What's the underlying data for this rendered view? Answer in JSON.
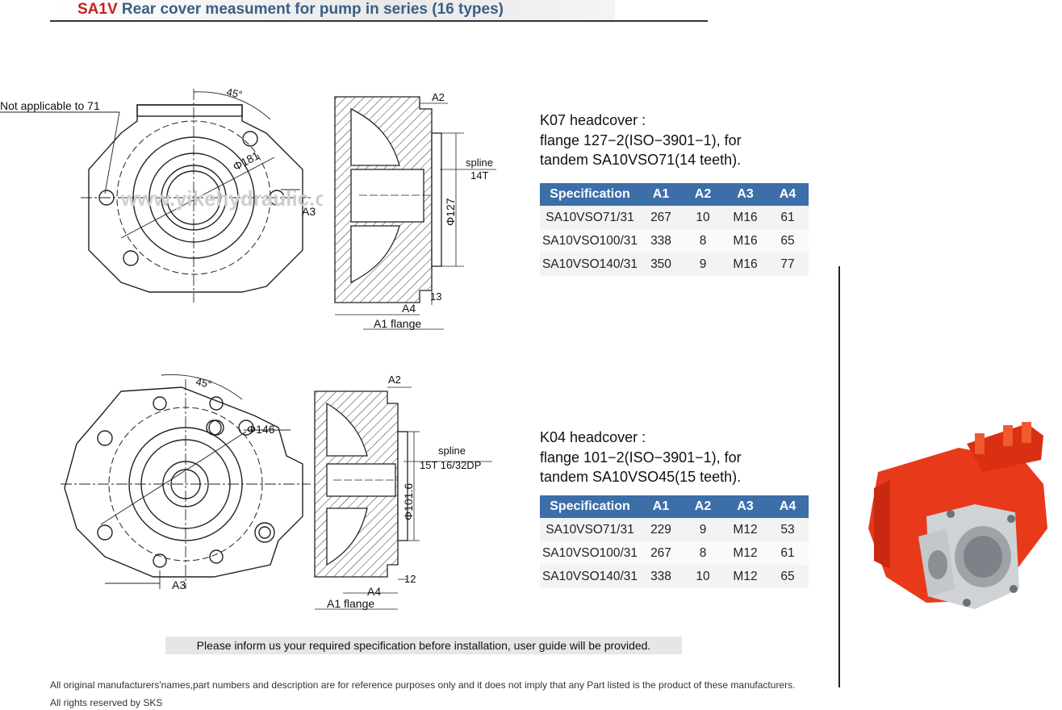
{
  "header": {
    "code": "SA1V",
    "title": "Rear cover measument for pump in series (16 types)"
  },
  "k07": {
    "callout_note": "Not applicable to 71",
    "front_view": {
      "angle": "45°",
      "diameter": "Φ181",
      "a3": "A3"
    },
    "side_view": {
      "a2": "A2",
      "spline": "spline",
      "spline_spec": "14T",
      "diameter": "Φ127",
      "dim_13": "13",
      "a4": "A4",
      "a1_flange": "A1 flange"
    },
    "desc": [
      "K07 headcover :",
      "flange 127−2(ISO−3901−1), for",
      "tandem SA10VSO71(14 teeth)."
    ],
    "table": {
      "headers": [
        "Specification",
        "A1",
        "A2",
        "A3",
        "A4"
      ],
      "rows": [
        [
          "SA10VSO71/31",
          "267",
          "10",
          "M16",
          "61"
        ],
        [
          "SA10VSO100/31",
          "338",
          "8",
          "M16",
          "65"
        ],
        [
          "SA10VSO140/31",
          "350",
          "9",
          "M16",
          "77"
        ]
      ]
    }
  },
  "k04": {
    "front_view": {
      "angle": "45°",
      "diameter": "Φ146",
      "a3": "A3"
    },
    "side_view": {
      "a2": "A2",
      "spline": "spline",
      "spline_spec": "15T 16/32DP",
      "diameter": "Φ101.6",
      "dim_12": "12",
      "a4": "A4",
      "a1_flange": "A1 flange"
    },
    "desc": [
      "K04 headcover :",
      "flange 101−2(ISO−3901−1), for",
      "tandem SA10VSO45(15 teeth)."
    ],
    "table": {
      "headers": [
        "Specification",
        "A1",
        "A2",
        "A3",
        "A4"
      ],
      "rows": [
        [
          "SA10VSO71/31",
          "229",
          "9",
          "M12",
          "53"
        ],
        [
          "SA10VSO100/31",
          "267",
          "8",
          "M12",
          "61"
        ],
        [
          "SA10VSO140/31",
          "338",
          "10",
          "M12",
          "65"
        ]
      ]
    }
  },
  "note": "Please inform us your required specification before installation, user guide will be provided.",
  "footer": {
    "disclaimer": "All original manufacturers'names,part numbers and description are for reference purposes only and it does not imply that any Part listed is the product of these manufacturers.",
    "rights": "All rights reserved by SKS"
  },
  "colors": {
    "accent_red": "#c8201e",
    "title_blue": "#3b5f86",
    "table_header": "#3c6ea8",
    "pump_red": "#e83a1a"
  }
}
